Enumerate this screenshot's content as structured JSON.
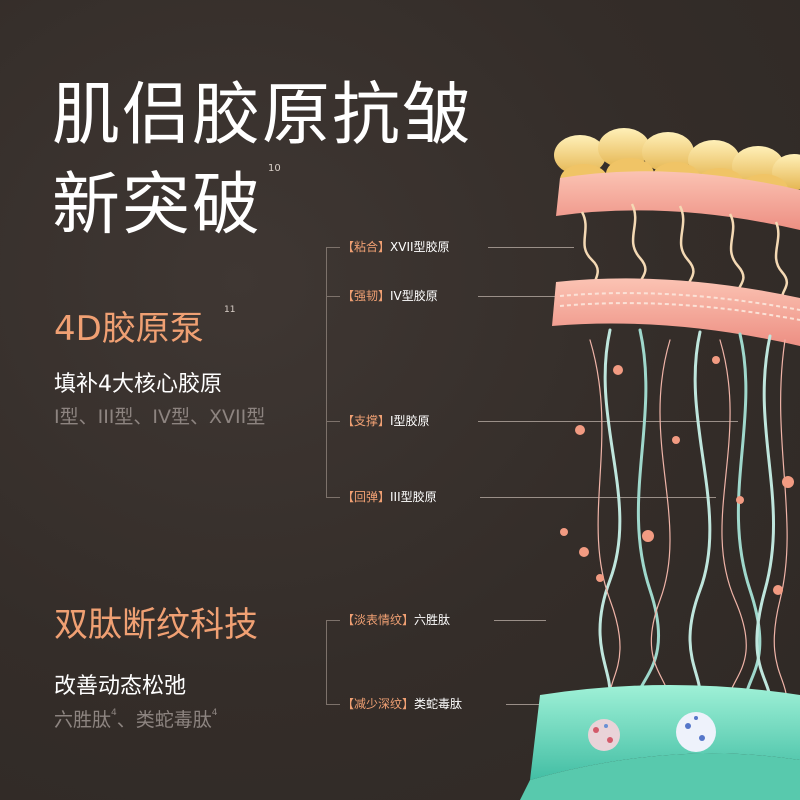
{
  "headline": {
    "line1": "肌侣胶原抗皱",
    "line2": "新突破",
    "sup": "10"
  },
  "collagen_section": {
    "title": "4D胶原泵",
    "sup": "11",
    "main": "填补4大核心胶原",
    "detail": "I型、III型、IV型、XVII型"
  },
  "peptide_section": {
    "title": "双肽断纹科技",
    "main": "改善动态松弛",
    "detail_a": "六胜肽",
    "detail_a_sup": "4",
    "detail_sep": "、",
    "detail_b": "类蛇毒肽",
    "detail_b_sup": "4"
  },
  "collagen_labels": [
    {
      "tag": "【粘合】",
      "text": "XVII型胶原"
    },
    {
      "tag": "【强韧】",
      "text": "IV型胶原"
    },
    {
      "tag": "【支撑】",
      "text": "I型胶原"
    },
    {
      "tag": "【回弹】",
      "text": "III型胶原"
    }
  ],
  "peptide_labels": [
    {
      "tag": "【淡表情纹】",
      "text": "六胜肽"
    },
    {
      "tag": "【减少深纹】",
      "text": "类蛇毒肽"
    }
  ],
  "colors": {
    "background": "#37302c",
    "accent_orange": "#f0a073",
    "text_white": "#ffffff",
    "text_grey": "#8d8480"
  }
}
